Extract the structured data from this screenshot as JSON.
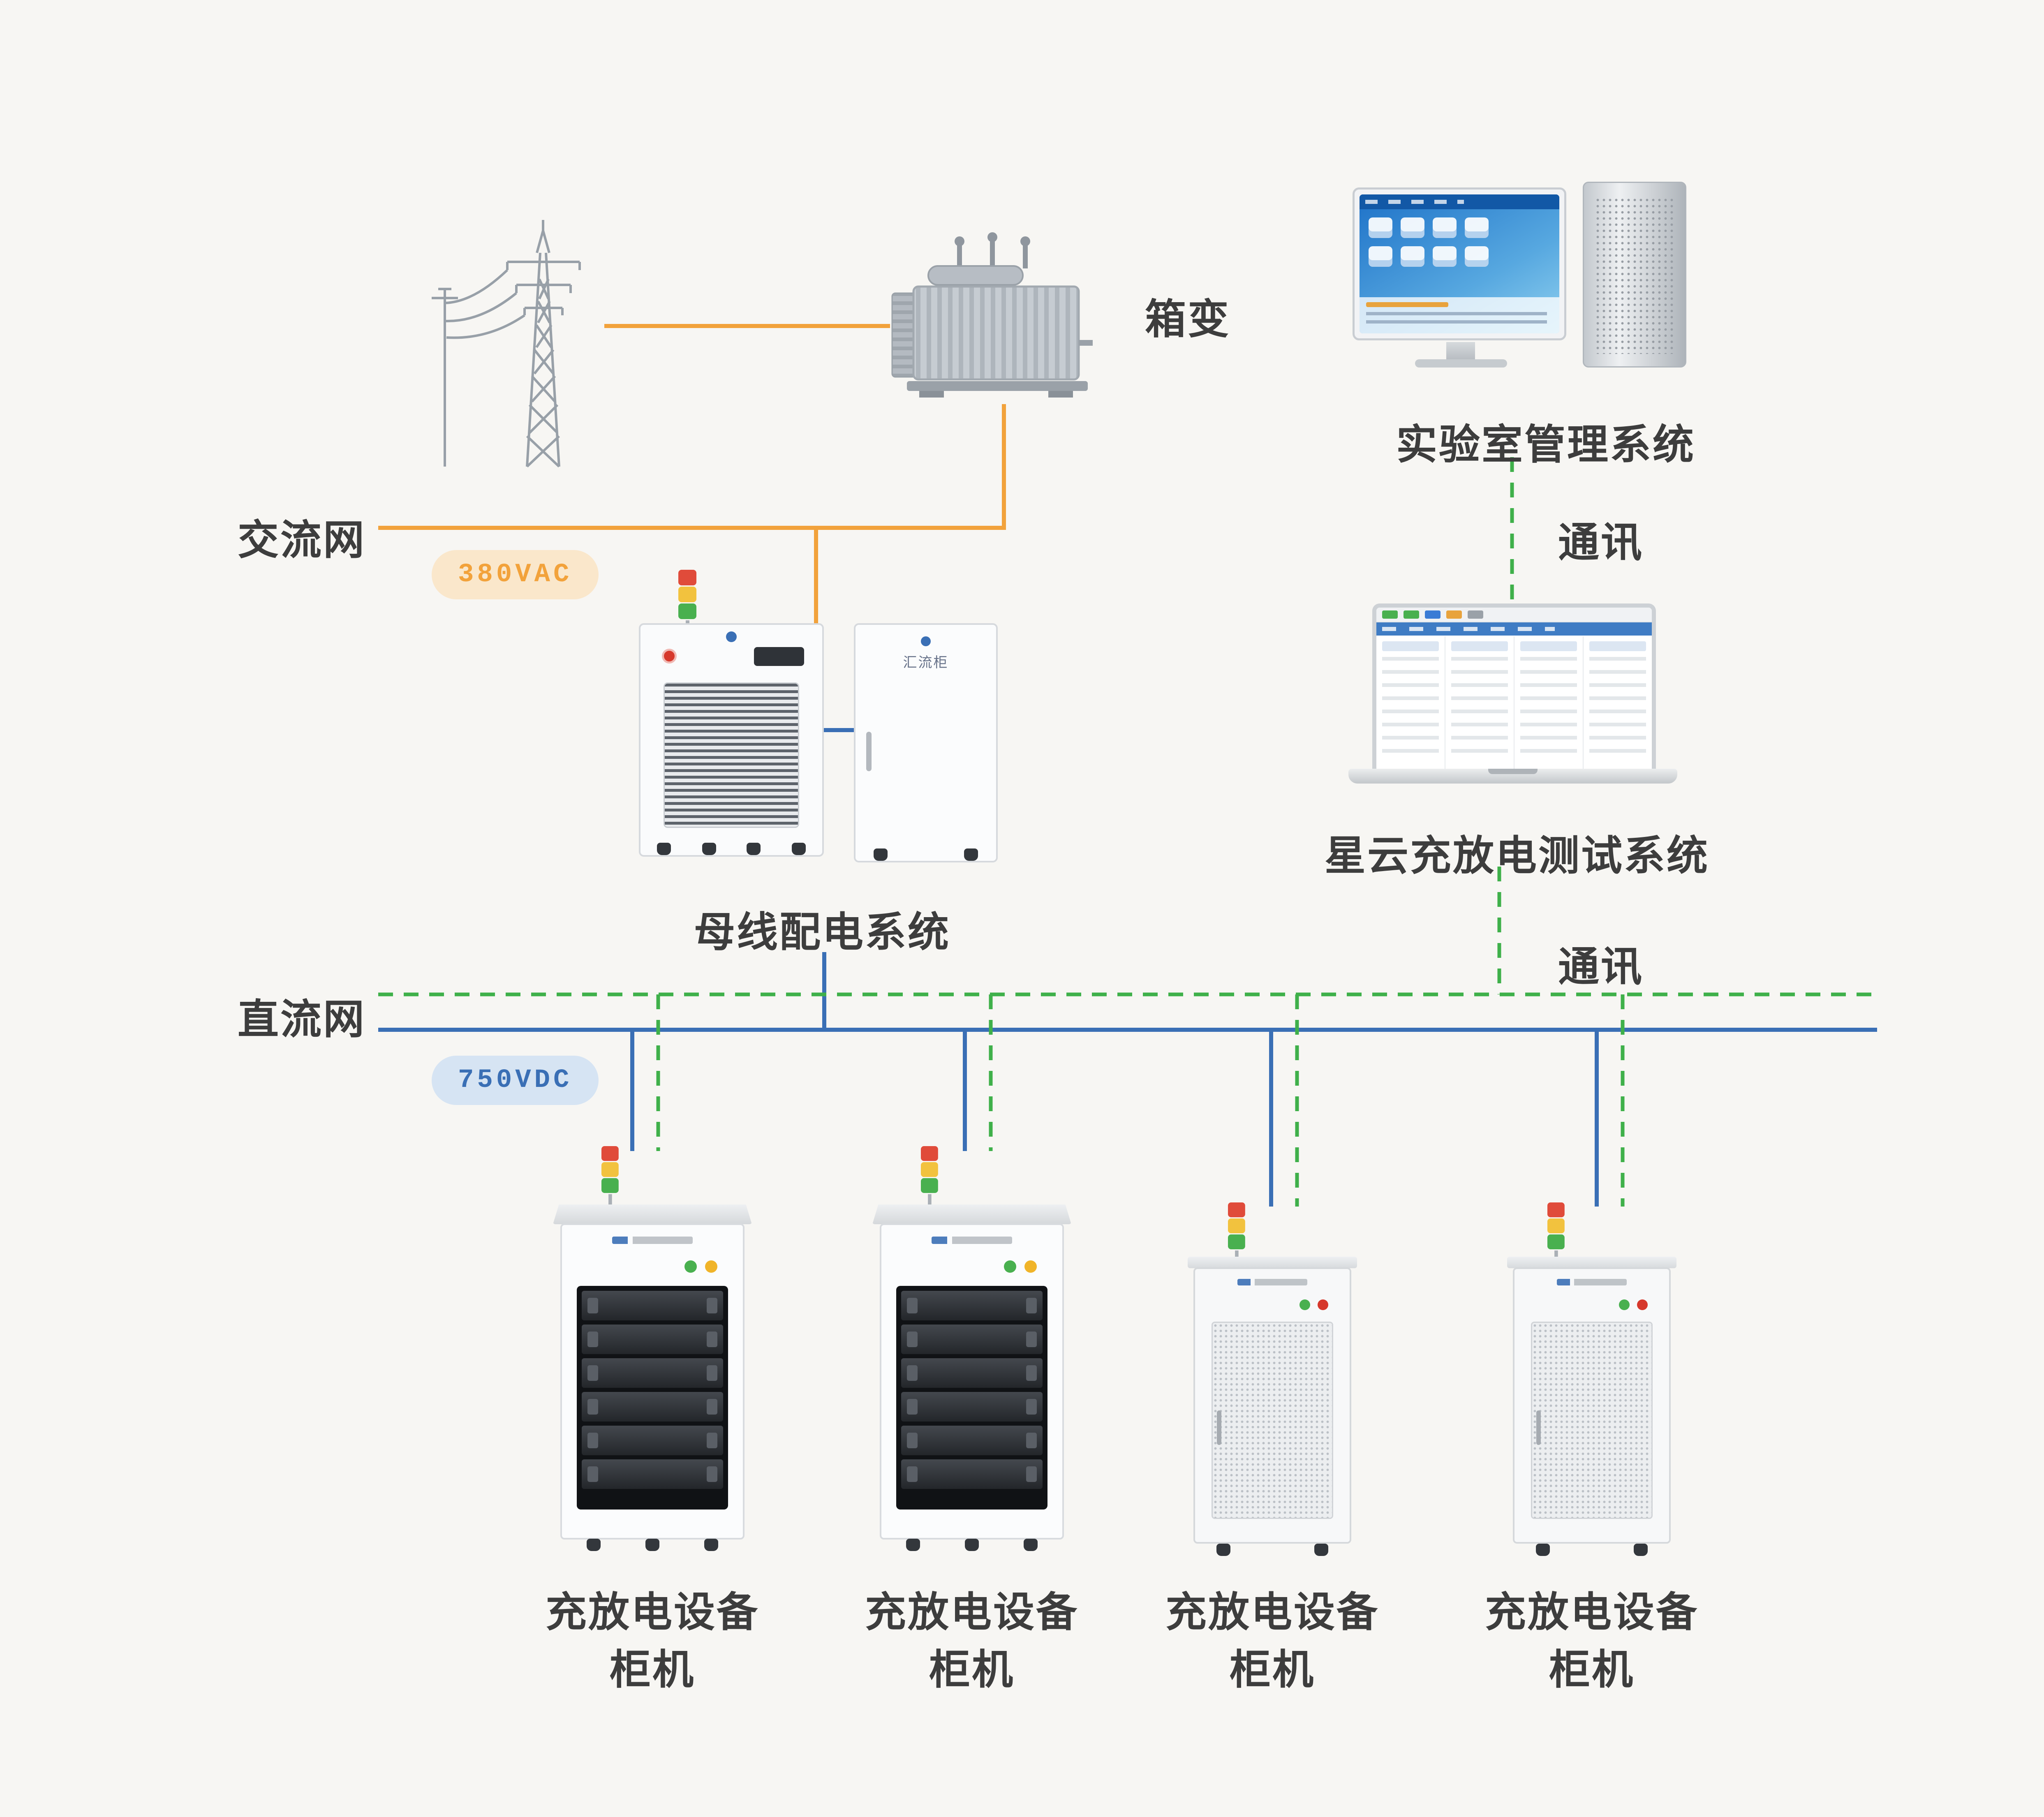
{
  "background": "#f7f6f3",
  "colors": {
    "ac_line": "#F2A23B",
    "dc_line": "#3A6FB5",
    "comm_line": "#3FB04A",
    "ac_badge_bg": "#FAE7CB",
    "dc_badge_bg": "#D6E4F3",
    "text": "#3D3D3D"
  },
  "labels": {
    "ac_network": "交流网",
    "dc_network": "直流网",
    "ac_voltage": "380VAC",
    "dc_voltage": "750VDC",
    "transformer": "箱变",
    "lab_system": "实验室管理系统",
    "comm_top": "通讯",
    "comm_bottom": "通讯",
    "busbar_system": "母线配电系统",
    "test_system": "星云充放电测试系统",
    "busbar_cabinet_logo": "汇流柜"
  },
  "cabinets": [
    {
      "name": "充放电设备",
      "sub": "柜机"
    },
    {
      "name": "充放电设备",
      "sub": "柜机"
    },
    {
      "name": "充放电设备",
      "sub": "柜机"
    },
    {
      "name": "充放电设备",
      "sub": "柜机"
    }
  ],
  "icons": {
    "power_tower": "transmission-tower-illustration",
    "transformer": "box-transformer-illustration",
    "desktop": "desktop-computer-illustration",
    "laptop": "laptop-illustration",
    "signal_lamp": "tri-color-stack-light",
    "busbar_cabinet": "distribution-cabinet-illustration",
    "charge_cabinet": "charge-discharge-cabinet-illustration"
  }
}
